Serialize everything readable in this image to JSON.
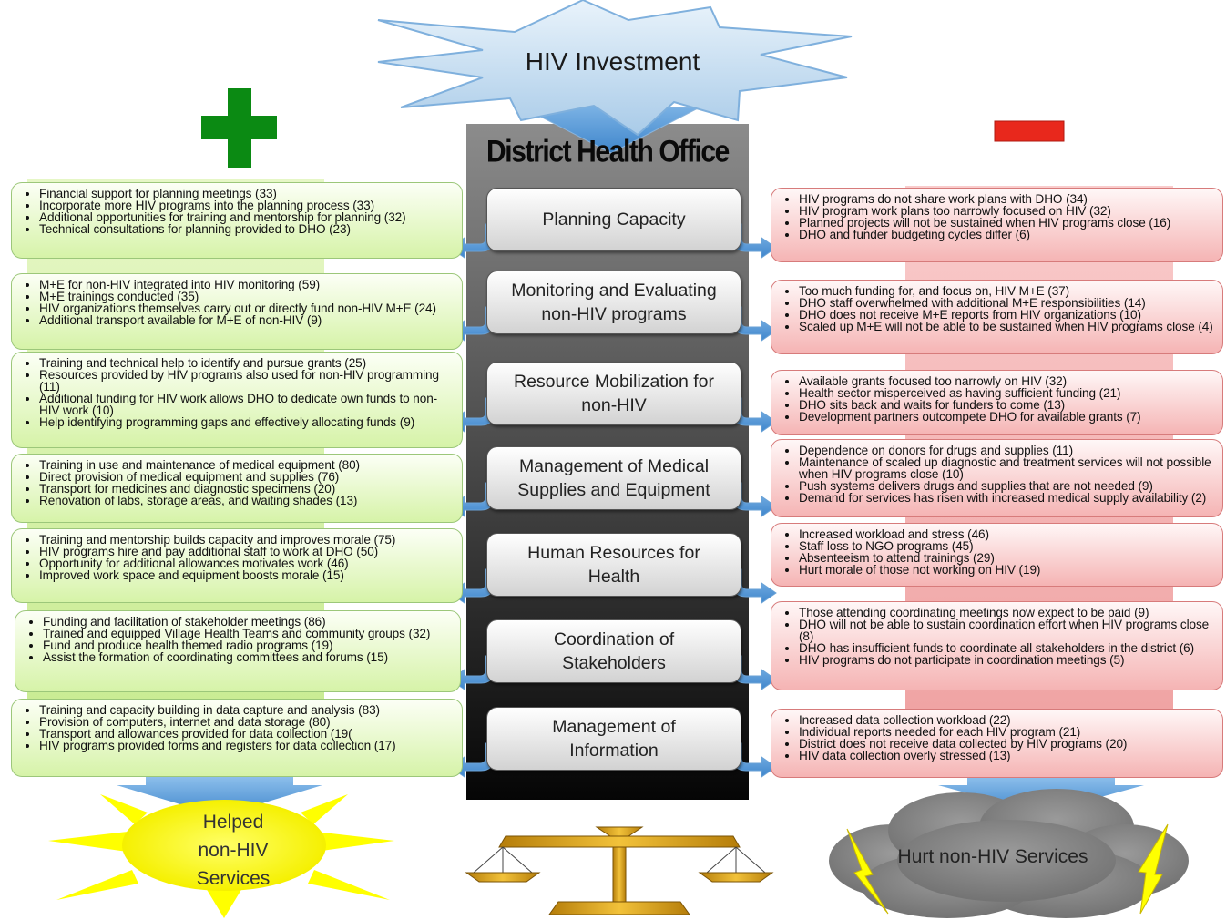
{
  "header": {
    "title": "HIV Investment"
  },
  "center": {
    "title": "District Health Office",
    "boxes": [
      {
        "line1": "Planning Capacity",
        "line2": ""
      },
      {
        "line1": "Monitoring and Evaluating",
        "line2": "non-HIV programs"
      },
      {
        "line1": "Resource Mobilization for",
        "line2": "non-HIV"
      },
      {
        "line1": "Management of Medical",
        "line2": "Supplies and Equipment"
      },
      {
        "line1": "Human Resources for",
        "line2": "Health"
      },
      {
        "line1": "Coordination of",
        "line2": "Stakeholders"
      },
      {
        "line1": "Management of",
        "line2": "Information"
      }
    ]
  },
  "positive": {
    "boxes": [
      {
        "items": [
          "Financial support for planning meetings (33)",
          "Incorporate more HIV programs into the planning process (33)",
          "Additional opportunities for training and mentorship for planning (32)",
          "Technical consultations for planning provided to DHO (23)"
        ]
      },
      {
        "items": [
          "M+E for non-HIV integrated into HIV monitoring (59)",
          "M+E trainings conducted (35)",
          "HIV organizations themselves carry out or directly fund non-HIV M+E (24)",
          "Additional transport available for M+E of non-HIV (9)"
        ]
      },
      {
        "items": [
          "Training and technical help to identify and pursue grants (25)",
          "Resources provided by HIV programs also used for non-HIV programming (11)",
          "Additional funding for HIV work allows DHO to dedicate own funds to non-HIV work (10)",
          "Help identifying programming gaps and effectively allocating funds (9)"
        ]
      },
      {
        "items": [
          "Training in use and maintenance of medical equipment (80)",
          "Direct provision of medical equipment and supplies (76)",
          "Transport for medicines and diagnostic specimens (20)",
          "Renovation of labs, storage areas, and waiting shades (13)"
        ]
      },
      {
        "items": [
          "Training and mentorship builds capacity and improves morale (75)",
          "HIV programs hire and pay additional staff to work at DHO (50)",
          "Opportunity for additional allowances motivates work (46)",
          "Improved work space and equipment boosts morale (15)"
        ]
      },
      {
        "items": [
          "Funding and facilitation of stakeholder meetings (86)",
          "Trained and equipped Village Health Teams and community groups (32)",
          "Fund and produce health themed radio programs (19)",
          "Assist the formation of coordinating committees and forums (15)"
        ]
      },
      {
        "items": [
          "Training and capacity building in data capture and analysis (83)",
          "Provision of computers, internet and data storage (80)",
          "Transport and allowances provided for data collection (19(",
          "HIV programs provided forms and registers for data collection (17)"
        ]
      }
    ],
    "outcome": {
      "line1": "Helped",
      "line2": "non-HIV",
      "line3": "Services"
    }
  },
  "negative": {
    "boxes": [
      {
        "items": [
          "HIV programs do not share work plans with DHO (34)",
          "HIV program work plans too narrowly focused on HIV (32)",
          "Planned projects will not be sustained when HIV programs close (16)",
          "DHO and funder budgeting cycles differ (6)"
        ]
      },
      {
        "items": [
          "Too much funding for, and focus on, HIV M+E (37)",
          "DHO staff overwhelmed with additional M+E responsibilities (14)",
          "DHO does not receive M+E reports from HIV organizations (10)",
          "Scaled up M+E will not be able to be sustained when HIV programs close (4)"
        ]
      },
      {
        "items": [
          "Available grants focused too narrowly on HIV (32)",
          "Health sector misperceived as having sufficient funding (21)",
          "DHO sits back and waits for funders to come (13)",
          "Development partners outcompete DHO for available grants (7)"
        ]
      },
      {
        "items": [
          "Dependence on donors for drugs and supplies (11)",
          "Maintenance of scaled up diagnostic and treatment services will not possible when HIV programs close (10)",
          "Push systems delivers drugs and supplies that are not needed (9)",
          "Demand for services has risen with increased medical supply availability (2)"
        ]
      },
      {
        "items": [
          "Increased workload and stress (46)",
          "Staff loss to NGO programs (45)",
          "Absenteeism to attend trainings (29)",
          "Hurt morale of those not working on HIV (19)"
        ]
      },
      {
        "items": [
          "Those attending coordinating meetings now expect to be paid (9)",
          "DHO will not be able to sustain coordination effort when HIV programs close (8)",
          "DHO has insufficient funds to coordinate all stakeholders in the district (6)",
          "HIV programs do not participate in coordination meetings (5)"
        ]
      },
      {
        "items": [
          "Increased data collection workload (22)",
          "Individual reports needed for each HIV program (21)",
          "District does not receive data collected by HIV programs (20)",
          "HIV data collection overly stressed (13)"
        ]
      }
    ],
    "outcome": {
      "label": "Hurt non-HIV Services"
    }
  },
  "colors": {
    "plus": "#0b8a13",
    "minus": "#e8281c",
    "column_top": "#8c8c8c",
    "column_bottom": "#050505",
    "positive_fill": "#d6f3a8",
    "negative_fill": "#f5b4b4",
    "arrow_blue": "#5b9bd5",
    "sun_yellow": "#ffff00",
    "cloud_gray": "#808080",
    "scale_gold": "#d4a017"
  },
  "icons": [
    "plus-icon",
    "minus-icon",
    "starburst-icon",
    "sun-icon",
    "cloud-icon",
    "lightning-icon",
    "balance-scale-icon",
    "curved-arrow-icon"
  ]
}
